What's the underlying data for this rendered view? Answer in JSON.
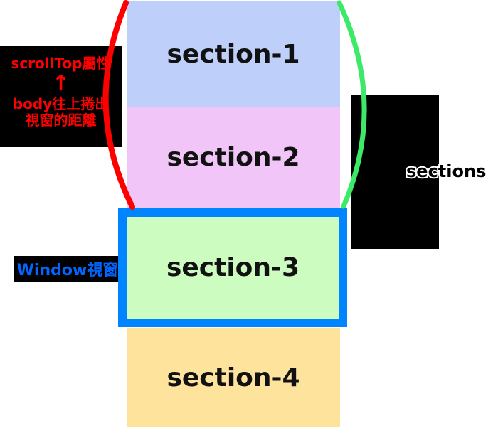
{
  "colors": {
    "section1-bg": "#becff9",
    "section2-bg": "#f2c5f8",
    "section3-bg": "#cdfcc1",
    "section4-bg": "#fee39c",
    "viewport-border": "#0084ff",
    "brace-left": "#ff0000",
    "brace-right": "#3dea68",
    "note-red": "#ff0000",
    "note-blue": "#0066ff",
    "note-bg": "#000000",
    "section-text": "#111111"
  },
  "sections": [
    {
      "label": "section-1"
    },
    {
      "label": "section-2"
    },
    {
      "label": "section-3"
    },
    {
      "label": "section-4"
    }
  ],
  "scrolltop_note": {
    "attr_line": "scrollTop屬性",
    "arrow": "↑",
    "desc_line1": "body往上捲出",
    "desc_line2": "視窗的距離"
  },
  "window_note": {
    "label": "Window視窗"
  },
  "right_note": {
    "label": "sections"
  }
}
